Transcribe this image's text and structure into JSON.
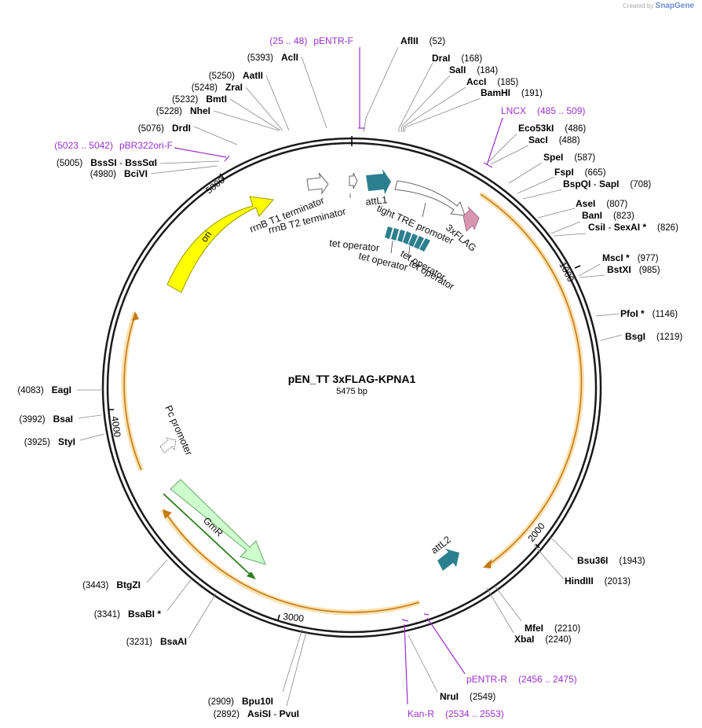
{
  "brand": {
    "prefix": "Created by",
    "name": "SnapGene"
  },
  "plasmid": {
    "name": "pEN_TT 3xFLAG-KPNA1",
    "length": "5475 bp"
  },
  "ticks": [
    "5000",
    "1000",
    "2000",
    "3000",
    "4000"
  ],
  "features": {
    "ori": "ori",
    "gmr": "GmR",
    "attl1": "attL1",
    "attl2": "attL2",
    "flag": "3xFLAG",
    "tre": "tight TRE promoter",
    "rrnb1": "rrnB T1 terminator",
    "rrnb2": "rrnB T2 terminator",
    "tetop1": "tet operator",
    "tetop2": "tet operator",
    "tetop3": "tet operator",
    "tetop4": "tet operator",
    "pc": "Pc promoter"
  },
  "sites": [
    {
      "name": "AflII",
      "pos": "(52)"
    },
    {
      "name": "DraI",
      "pos": "(168)"
    },
    {
      "name": "SalI",
      "pos": "(184)"
    },
    {
      "name": "AccI",
      "pos": "(185)"
    },
    {
      "name": "BamHI",
      "pos": "(191)"
    },
    {
      "name": "Eco53kI",
      "pos": "(486)"
    },
    {
      "name": "SacI",
      "pos": "(488)"
    },
    {
      "name": "SpeI",
      "pos": "(587)"
    },
    {
      "name": "FspI",
      "pos": "(665)"
    },
    {
      "name": "BspQI",
      "name2": "SapI",
      "pos": "(708)"
    },
    {
      "name": "AseI",
      "pos": "(807)"
    },
    {
      "name": "BanI",
      "pos": "(823)"
    },
    {
      "name": "CsiI",
      "name2": "SexAI *",
      "pos": "(826)"
    },
    {
      "name": "MscI *",
      "pos": "(977)"
    },
    {
      "name": "BstXI",
      "pos": "(985)"
    },
    {
      "name": "PfoI *",
      "pos": "(1146)"
    },
    {
      "name": "BsgI",
      "pos": "(1219)"
    },
    {
      "name": "Bsu36I",
      "pos": "(1943)"
    },
    {
      "name": "HindIII",
      "pos": "(2013)"
    },
    {
      "name": "MfeI",
      "pos": "(2210)"
    },
    {
      "name": "XbaI",
      "pos": "(2240)"
    },
    {
      "name": "NruI",
      "pos": "(2549)"
    },
    {
      "name": "Bpu10I",
      "pos": "(2909)"
    },
    {
      "name": "AsiSI",
      "name2": "PvuI",
      "pos": "(2892)"
    },
    {
      "name": "BsaAI",
      "pos": "(3231)"
    },
    {
      "name": "BsaBI *",
      "pos": "(3341)"
    },
    {
      "name": "BtgZI",
      "pos": "(3443)"
    },
    {
      "name": "StyI",
      "pos": "(3925)"
    },
    {
      "name": "BsaI",
      "pos": "(3992)"
    },
    {
      "name": "EagI",
      "pos": "(4083)"
    },
    {
      "name": "BciVI",
      "pos": "(4980)"
    },
    {
      "name": "BssSI",
      "name2": "BssSαI",
      "pos": "(5005)"
    },
    {
      "name": "DrdI",
      "pos": "(5076)"
    },
    {
      "name": "NheI",
      "pos": "(5228)"
    },
    {
      "name": "BmtI",
      "pos": "(5232)"
    },
    {
      "name": "ZraI",
      "pos": "(5248)"
    },
    {
      "name": "AatII",
      "pos": "(5250)"
    },
    {
      "name": "AclI",
      "pos": "(5393)"
    }
  ],
  "primers": [
    {
      "name": "pENTR-F",
      "pos": "(25 .. 48)"
    },
    {
      "name": "LNCX",
      "pos": "(485 .. 509)"
    },
    {
      "name": "pENTR-R",
      "pos": "(2456 .. 2475)"
    },
    {
      "name": "Kan-R",
      "pos": "(2534 .. 2553)"
    },
    {
      "name": "pBR322ori-F",
      "pos": "(5023 .. 5042)"
    }
  ],
  "colors": {
    "ori": "#ffff00",
    "gmr": "#ccffcc",
    "gmr_orf": "#2e7d1f",
    "attl": "#2c7f8f",
    "flag": "#d896b0",
    "orf": "#c47a17",
    "orf_halo": "#fbe2b0",
    "primer": "#9b30d0"
  }
}
